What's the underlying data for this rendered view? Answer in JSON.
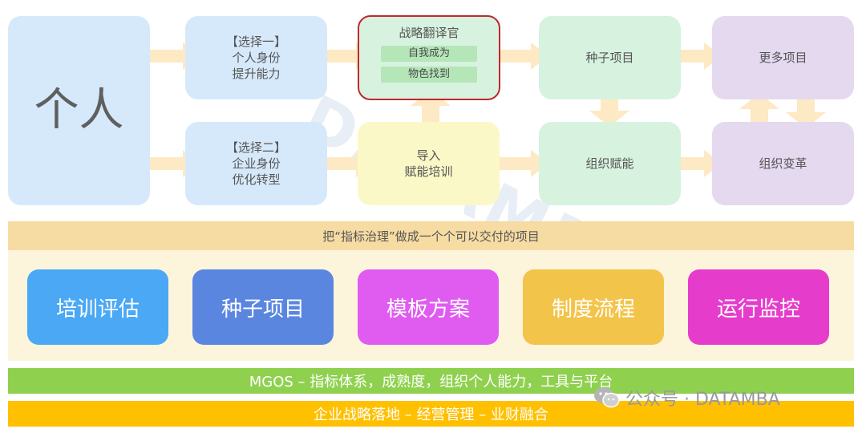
{
  "top": {
    "person": "个人",
    "choice1": [
      "【选择一】",
      "个人身份",
      "提升能力"
    ],
    "choice2": [
      "【选择二】",
      "企业身份",
      "优化转型"
    ],
    "strategy": {
      "title": "战略翻译官",
      "items": [
        "自我成为",
        "物色找到"
      ]
    },
    "import_training": [
      "导入",
      "赋能培训"
    ],
    "seed_project": "种子项目",
    "more_projects": "更多项目",
    "org_enable": "组织赋能",
    "org_change": "组织变革"
  },
  "banner": "把“指标治理”做成一个个可以交付的项目",
  "categories": [
    {
      "label": "培训评估",
      "color": "#4aa8f5"
    },
    {
      "label": "种子项目",
      "color": "#5a86e0"
    },
    {
      "label": "模板方案",
      "color": "#e05cf0"
    },
    {
      "label": "制度流程",
      "color": "#f3c44a"
    },
    {
      "label": "运行监控",
      "color": "#e63ccc"
    }
  ],
  "bands": {
    "mgos": "MGOS – 指标体系，成熟度，组织个人能力，工具与平台",
    "enterprise": "企业战略落地 – 经营管理 – 业财融合"
  },
  "watermark": "DATAMBA",
  "brand": {
    "icon": "wechat-icon",
    "text": "公众号 · DATAMBA"
  },
  "colors": {
    "arrow": "#fde9c3",
    "banner": "#f6dba2",
    "panel": "#fdf4dc",
    "mgos": "#8fd14f",
    "enterprise": "#ffc000",
    "strategy_border": "#c0282d"
  }
}
